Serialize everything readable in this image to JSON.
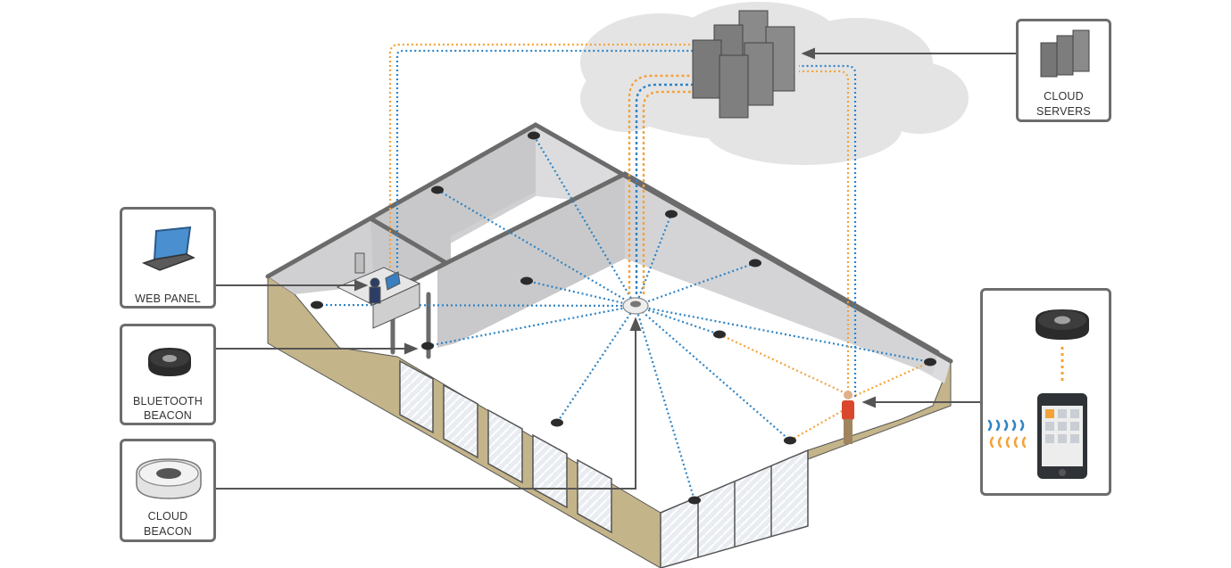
{
  "callouts": {
    "web_panel": {
      "label": "WEB PANEL"
    },
    "bluetooth_beacon": {
      "line1": "BLUETOOTH",
      "line2": "BEACON"
    },
    "cloud_beacon": {
      "line1": "CLOUD",
      "line2": "BEACON"
    },
    "cloud_servers": {
      "line1": "CLOUD",
      "line2": "SERVERS"
    }
  },
  "colors": {
    "wall_interior": "#d0d0d2",
    "wall_top": "#6b6b6b",
    "wall_exterior": "#c4b48a",
    "floor": "#ffffff",
    "cloud": "#e4e4e4",
    "signal_blue": "#2f84c4",
    "signal_orange": "#f3a33a",
    "beacon": "#2b2b2b",
    "callout_border": "#6d6d6d"
  }
}
